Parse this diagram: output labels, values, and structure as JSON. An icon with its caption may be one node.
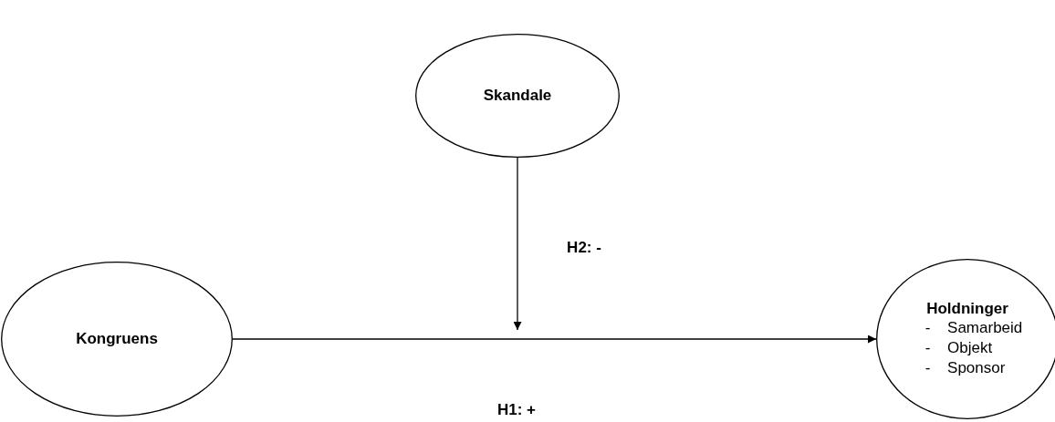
{
  "diagram": {
    "nodes": [
      {
        "text": [
          "Skandale"
        ]
      },
      {
        "text": [
          "Kongruens"
        ]
      },
      {
        "text": [
          "Holdninger",
          "- Samarbeid",
          "- Objekt",
          "- Sponsor"
        ]
      }
    ],
    "edges": [
      {
        "from": 1,
        "to": 2,
        "arrow": "to",
        "label": "H1: +"
      },
      {
        "from": 0,
        "to": null,
        "arrow": "to",
        "label": "H2: -"
      }
    ]
  }
}
